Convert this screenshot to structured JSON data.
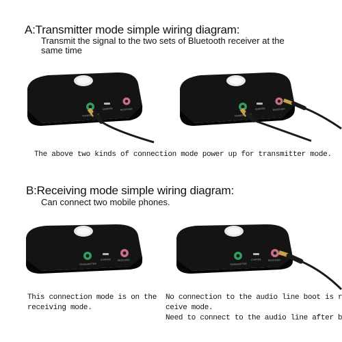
{
  "section_a": {
    "heading": "A:Transmitter mode simple wiring diagram:",
    "subtitle_line1": "Transmit the signal to the two sets of Bluetooth receiver at the",
    "subtitle_line2": "same time",
    "note": "The above two kinds of connection mode power up for transmitter mode."
  },
  "section_b": {
    "heading": "B:Receiving mode simple wiring diagram:",
    "subtitle": "Can connect two mobile phones.",
    "note_left_line1": "This connection mode is on the",
    "note_left_line2": "receiving mode.",
    "note_right_line1": "No connection to the audio line boot is re-",
    "note_right_line2": "ceive mode.",
    "note_right_line3": "Need to connect to the audio line after boot"
  },
  "device_labels": {
    "left_port": "TRANSMITTER",
    "middle_port": "CHARGE",
    "right_port": "RECEIVER"
  },
  "colors": {
    "device_body": "#141414",
    "green_port": "#2f9e5e",
    "pink_port": "#c86d8a",
    "cable": "#1a1a1a",
    "plug_gold": "#c9a24a"
  },
  "icons": [
    "bluetooth-device",
    "audio-cable"
  ]
}
